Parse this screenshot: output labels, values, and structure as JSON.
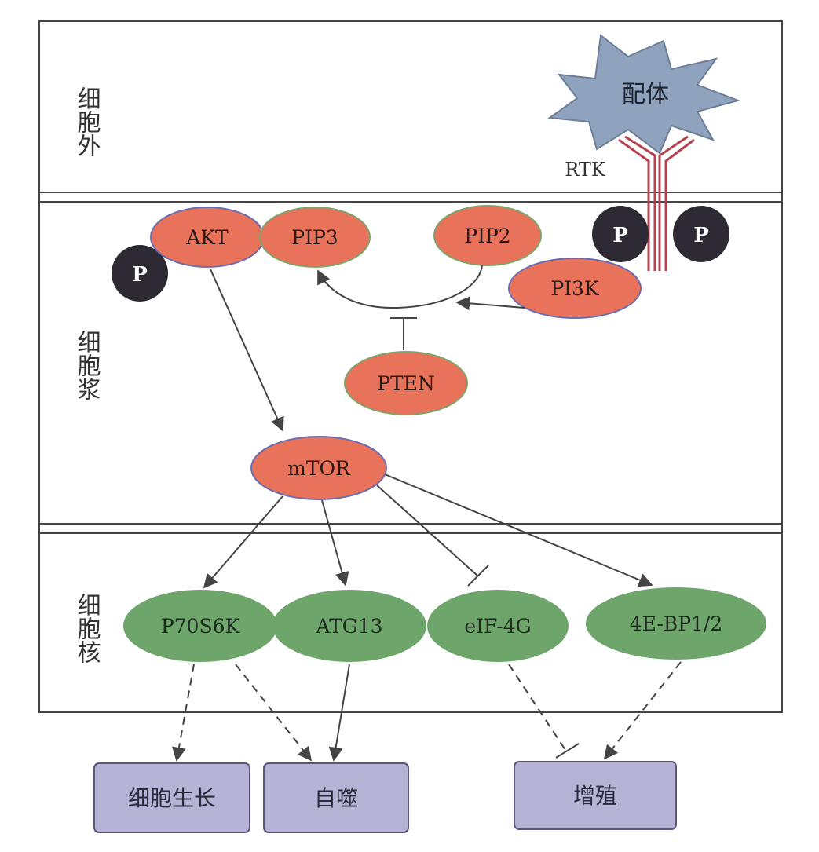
{
  "regions": {
    "extracellular": "细胞外",
    "cytoplasm": "细胞浆",
    "nucleus": "细胞核"
  },
  "receptor": {
    "ligand": "配体",
    "rtk": "RTK"
  },
  "phospho": "P",
  "nodes": {
    "akt": "AKT",
    "pip3": "PIP3",
    "pip2": "PIP2",
    "pi3k": "PI3K",
    "pten": "PTEN",
    "mtor": "mTOR",
    "p70s6k": "P70S6K",
    "atg13": "ATG13",
    "eif4g": "eIF-4G",
    "bp12": "4E-BP1/2"
  },
  "outcomes": {
    "growth": "细胞生长",
    "autophagy": "自噬",
    "proliferation": "增殖"
  },
  "colors": {
    "orange_node": "#e8735a",
    "green_node": "#6da56a",
    "phospho": "#2d2a33",
    "outcome_box": "#b7b3d6",
    "ligand": "#8fa3bf",
    "rtk": "#b4434f"
  }
}
